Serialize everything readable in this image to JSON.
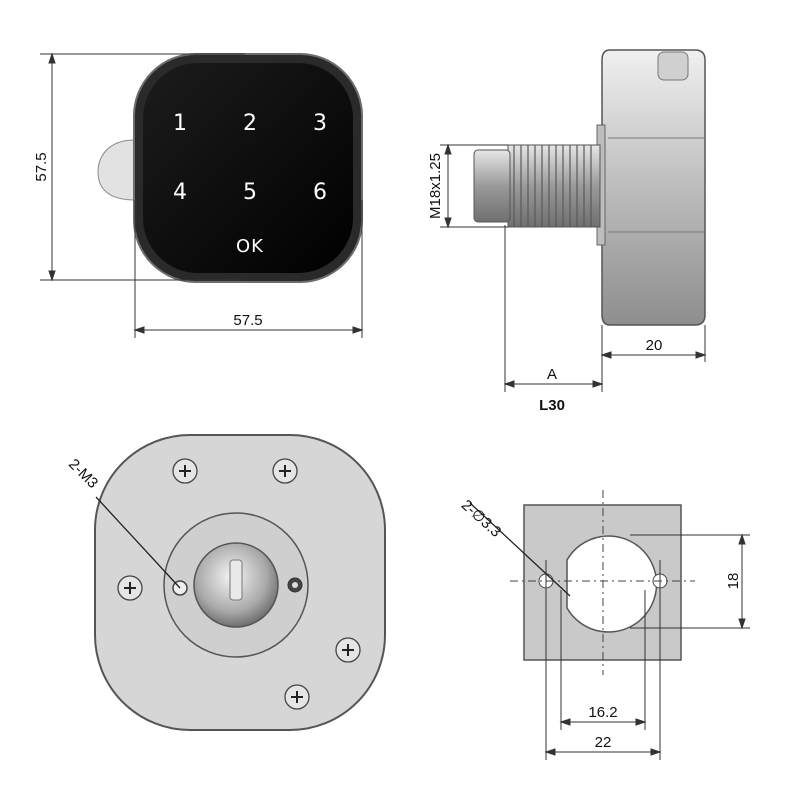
{
  "front_view": {
    "keys": [
      "1",
      "2",
      "3",
      "4",
      "5",
      "6"
    ],
    "ok_label": "OK",
    "dim_height": "57.5",
    "dim_width": "57.5"
  },
  "side_view": {
    "thread_label": "M18x1.25",
    "dim_a": "A",
    "dim_l": "L30",
    "dim_depth": "20"
  },
  "back_view": {
    "screw_label": "2-M3"
  },
  "bracket_view": {
    "hole_label": "2-∅3.3",
    "dim_18": "18",
    "dim_16_2": "16.2",
    "dim_22": "22"
  },
  "colors": {
    "keypad_face": "#0b0b0b",
    "body_gray": "#d4d4d4",
    "outline": "#555555"
  }
}
